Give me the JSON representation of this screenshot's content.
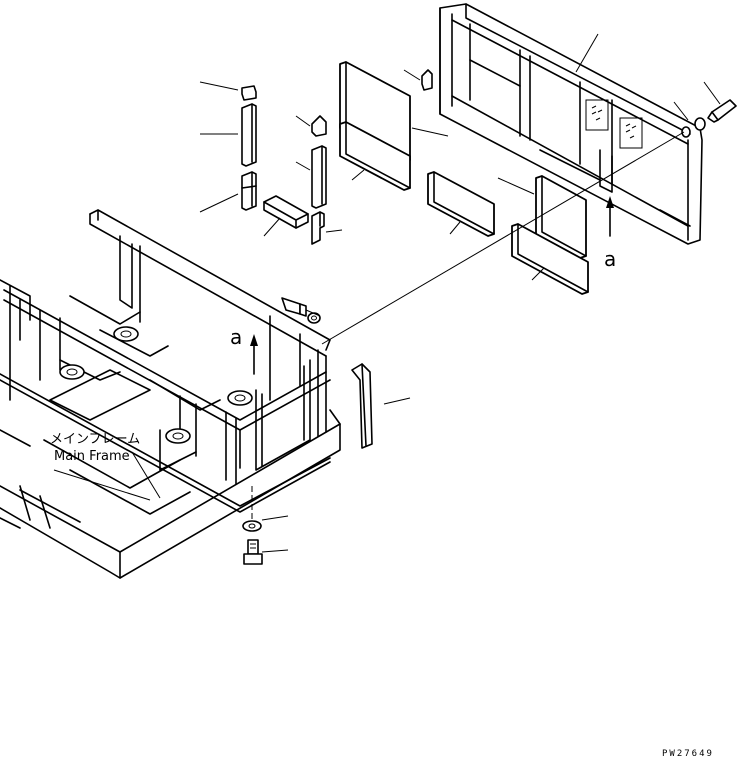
{
  "labels": {
    "main_frame_jp": "メインフレーム",
    "main_frame_en": "Main Frame",
    "view_mark_left": "a",
    "view_mark_right": "a"
  },
  "drawing_number": "PW27649"
}
